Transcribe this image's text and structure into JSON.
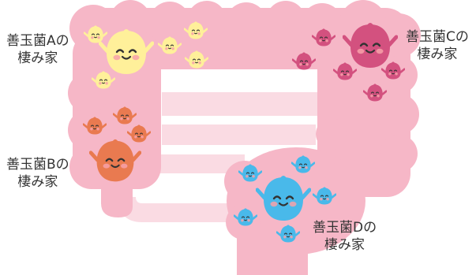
{
  "colors": {
    "intestine": "#f6b7c7",
    "intestine_pale": "#fadbe3",
    "bacteria_a": "#fff09a",
    "bacteria_b": "#e97a50",
    "bacteria_c": "#d3517f",
    "bacteria_d": "#49b9ea",
    "cheek": "#f7a1a9",
    "face": "#333333",
    "text": "#333333"
  },
  "labels": {
    "a": {
      "line1": "善玉菌Aの",
      "line2": "棲み家"
    },
    "b": {
      "line1": "善玉菌Bの",
      "line2": "棲み家"
    },
    "c": {
      "line1": "善玉菌Cの",
      "line2": "棲み家"
    },
    "d": {
      "line1": "善玉菌Dの",
      "line2": "棲み家"
    }
  },
  "icons": [
    "bacteria-character-icon",
    "intestine-illustration"
  ]
}
